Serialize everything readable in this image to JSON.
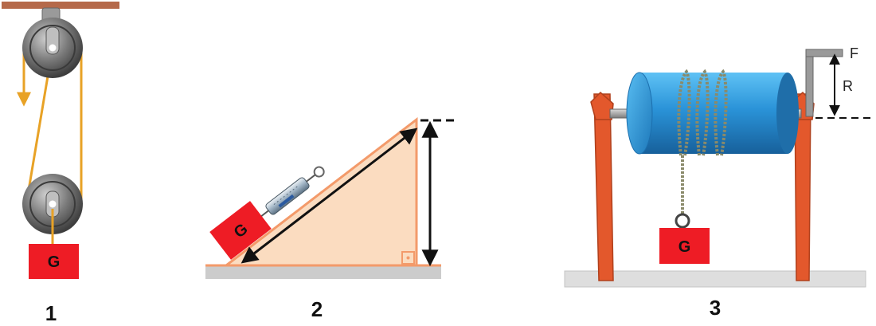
{
  "figures": [
    {
      "number": "1",
      "weight_label": "G",
      "name": "pulley-system"
    },
    {
      "number": "2",
      "weight_label": "G",
      "name": "inclined-plane"
    },
    {
      "number": "3",
      "weight_label": "G",
      "name": "wheel-and-axle"
    }
  ],
  "wheel_axle_labels": {
    "force": "F",
    "radius": "R"
  },
  "colors": {
    "weight_block": "#ee1c25",
    "rope": "#e8a226",
    "ceiling": "#b5694a",
    "incline_fill": "#fbdcc0",
    "incline_edge": "#f39a6a",
    "ground": "#cccccc",
    "drum": "#2a8fd4",
    "stand": "#e3582c",
    "pulley": "#6b6b6b"
  }
}
